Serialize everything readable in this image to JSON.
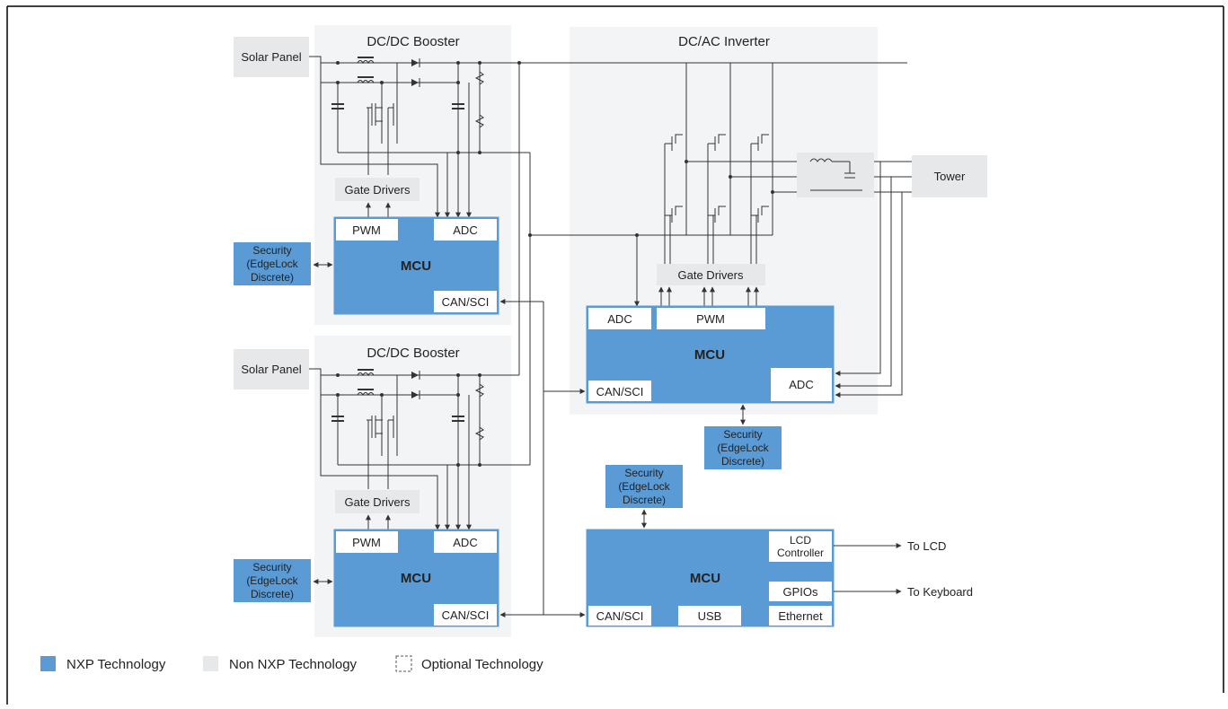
{
  "colors": {
    "nxp_blue": "#5b9bd5",
    "grey_block": "#e6e8ea",
    "panel_bg": "#f3f4f5",
    "line": "#333333"
  },
  "solar_panel_1": "Solar Panel",
  "solar_panel_2": "Solar Panel",
  "tower": "Tower",
  "booster_1": {
    "title": "DC/DC Booster",
    "gate_drivers": "Gate Drivers",
    "mcu": "MCU",
    "pwm": "PWM",
    "adc": "ADC",
    "can_sci": "CAN/SCI",
    "security": [
      "Security",
      "(EdgeLock",
      "Discrete)"
    ]
  },
  "booster_2": {
    "title": "DC/DC Booster",
    "gate_drivers": "Gate Drivers",
    "mcu": "MCU",
    "pwm": "PWM",
    "adc": "ADC",
    "can_sci": "CAN/SCI",
    "security": [
      "Security",
      "(EdgeLock",
      "Discrete)"
    ]
  },
  "inverter": {
    "title": "DC/AC Inverter",
    "gate_drivers": "Gate Drivers",
    "mcu": "MCU",
    "adc_left": "ADC",
    "pwm": "PWM",
    "can_sci": "CAN/SCI",
    "adc_right": "ADC",
    "security": [
      "Security",
      "(EdgeLock",
      "Discrete)"
    ]
  },
  "hmi": {
    "mcu": "MCU",
    "lcd_controller": [
      "LCD",
      "Controller"
    ],
    "gpios": "GPIOs",
    "can_sci": "CAN/SCI",
    "usb": "USB",
    "ethernet": "Ethernet",
    "security": [
      "Security",
      "(EdgeLock",
      "Discrete)"
    ],
    "to_lcd": "To LCD",
    "to_keyboard": "To Keyboard"
  },
  "legend": {
    "nxp": "NXP Technology",
    "non_nxp": "Non NXP Technology",
    "optional": "Optional Technology"
  }
}
